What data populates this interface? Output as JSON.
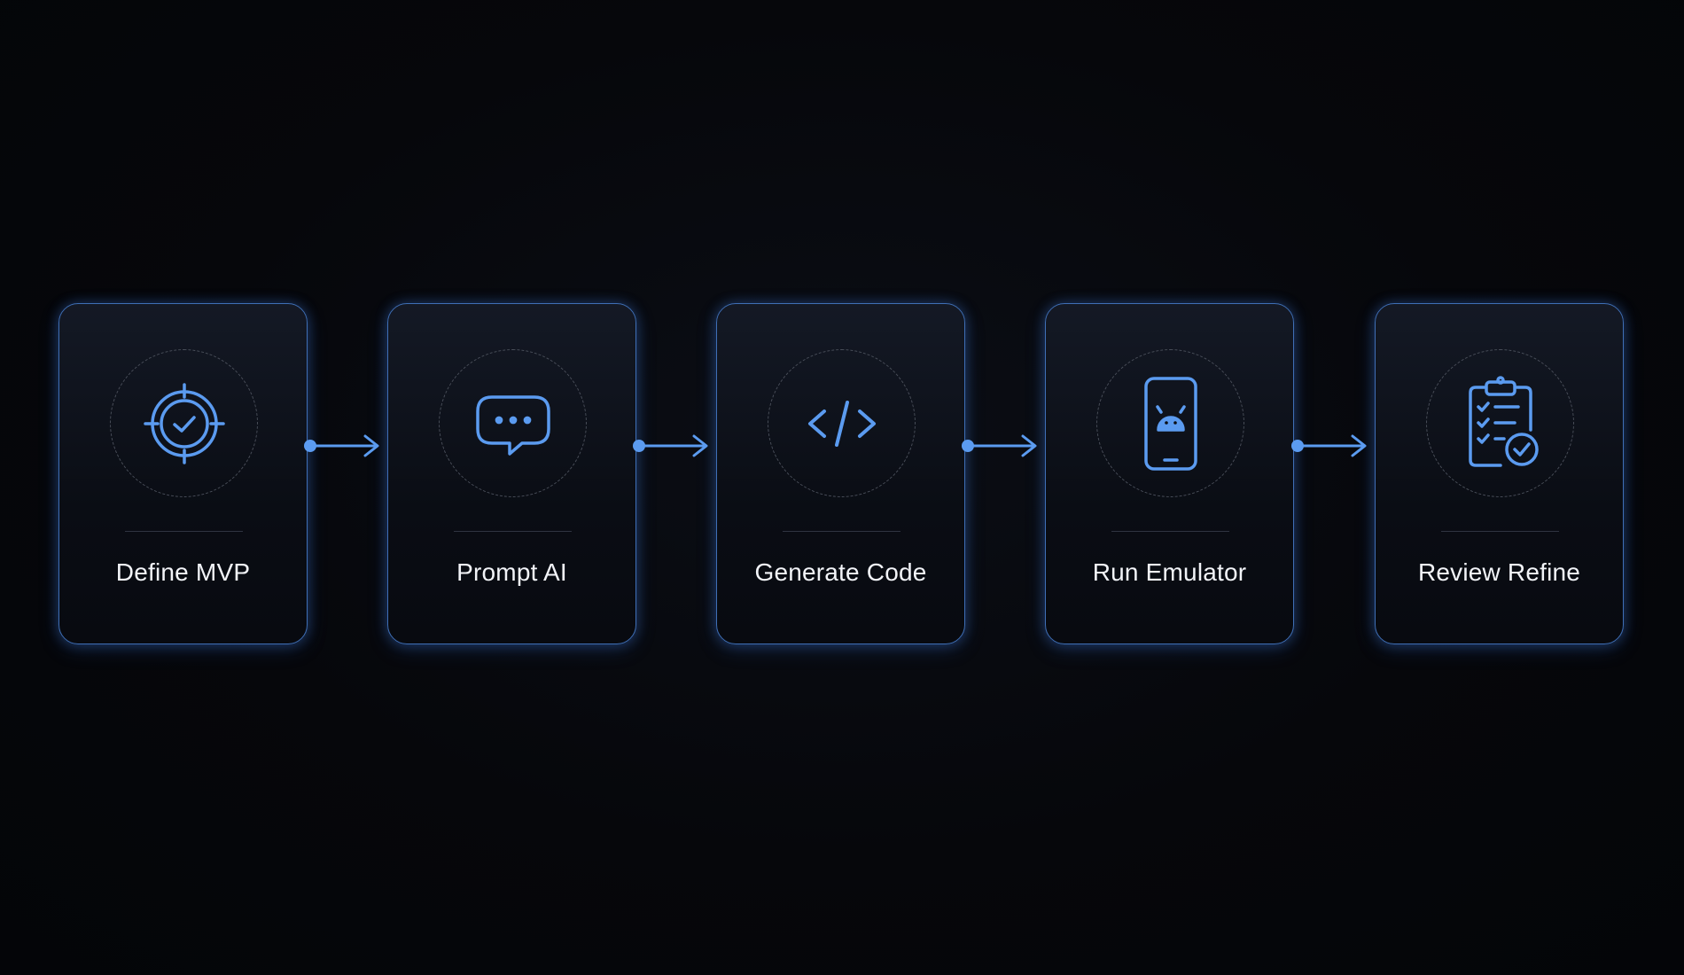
{
  "accent_color": "#5b9bf0",
  "steps": [
    {
      "label": "Define MVP",
      "icon": "target-icon"
    },
    {
      "label": "Prompt AI",
      "icon": "chat-bubble-icon"
    },
    {
      "label": "Generate Code",
      "icon": "code-icon"
    },
    {
      "label": "Run Emulator",
      "icon": "android-phone-icon"
    },
    {
      "label": "Review Refine",
      "icon": "clipboard-check-icon"
    }
  ]
}
